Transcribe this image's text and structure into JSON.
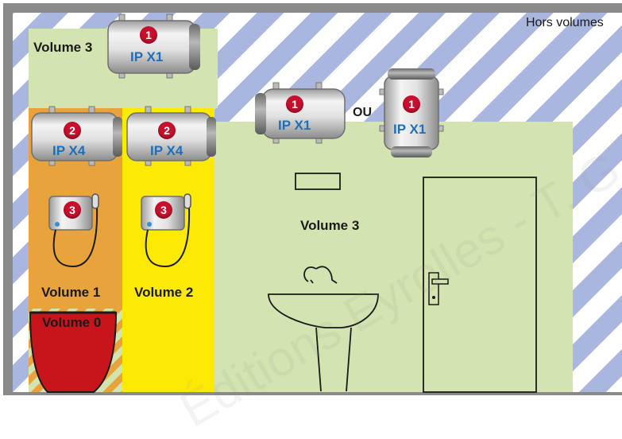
{
  "zones": {
    "hors_volumes": "Hors volumes",
    "volume_3_top": "Volume 3",
    "volume_3_main": "Volume 3",
    "volume_1": "Volume 1",
    "volume_2": "Volume 2",
    "volume_0": "Volume 0"
  },
  "heaters": {
    "top": {
      "badge": "1",
      "ip": "IP X1"
    },
    "left_v1": {
      "badge": "2",
      "ip": "IP X4"
    },
    "left_v2": {
      "badge": "2",
      "ip": "IP X4"
    },
    "mid_horizontal": {
      "badge": "1",
      "ip": "IP X1"
    },
    "mid_vertical": {
      "badge": "1",
      "ip": "IP X1"
    }
  },
  "instant_heaters": {
    "v1": {
      "badge": "3"
    },
    "v2": {
      "badge": "3"
    }
  },
  "ou_label": "OU",
  "watermark": "Éditions Eyrolles - T. G",
  "colors": {
    "volume_3": "#d4e4b0",
    "volume_1": "#e8a33d",
    "volume_2": "#fdea04",
    "volume_0": "#c8151b",
    "stripe_blue": "#a9b7df",
    "badge_red": "#c8102e",
    "ip_text": "#1f6fb8",
    "frame": "#7a7a7a"
  }
}
